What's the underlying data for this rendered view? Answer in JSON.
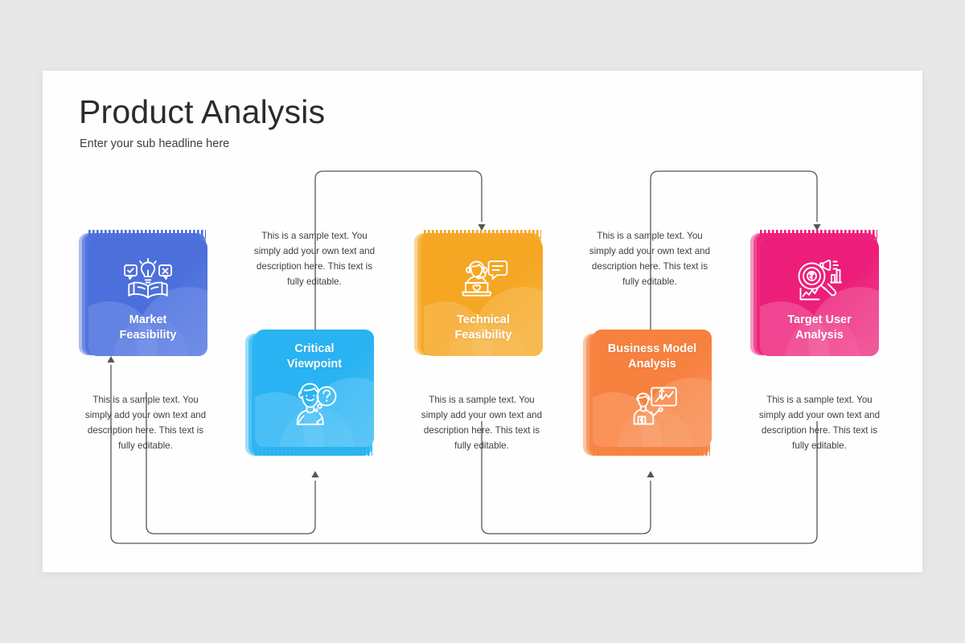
{
  "slide": {
    "title": "Product Analysis",
    "subtitle": "Enter your sub headline here",
    "background": "#e8e8e9",
    "panel_color": "#fefefe",
    "connector_color": "#565656"
  },
  "body_text": "This is a sample text. You simply add your own text and description here. This text is fully editable.",
  "cards": [
    {
      "label": "Market\nFeasibility",
      "label_line1": "Market",
      "label_line2": "Feasibility",
      "icon": "book-lightbulb-icon",
      "color": "#4c6fdc",
      "color_light": "#7d99ea",
      "orientation": "up"
    },
    {
      "label": "Critical\nViewpoint",
      "label_line1": "Critical",
      "label_line2": "Viewpoint",
      "icon": "person-question-icon",
      "color": "#29b3f2",
      "color_light": "#6fcdf8",
      "orientation": "down"
    },
    {
      "label": "Technical\nFeasibility",
      "label_line1": "Technical",
      "label_line2": "Feasibility",
      "icon": "support-agent-laptop-icon",
      "color": "#f5a623",
      "color_light": "#f9c469",
      "orientation": "up"
    },
    {
      "label": "Business Model\nAnalysis",
      "label_line1": "Business Model",
      "label_line2": "Analysis",
      "icon": "presenter-chart-icon",
      "color": "#f7813f",
      "color_light": "#faa87a",
      "orientation": "down"
    },
    {
      "label": "Target User\nAnalysis",
      "label_line1": "Target User",
      "label_line2": "Analysis",
      "icon": "magnifier-target-icon",
      "color": "#ec1e79",
      "color_light": "#f471a9",
      "orientation": "up"
    }
  ],
  "descriptions": [
    {
      "text": "This is a sample text. You simply add your own text and description here. This text is fully editable."
    },
    {
      "text": "This is a sample text. You simply add your own text and description here. This text is fully editable."
    },
    {
      "text": "This is a sample text. You simply add your own text and description here. This text is fully editable."
    },
    {
      "text": "This is a sample text. You simply add your own text and description here. This text is fully editable."
    },
    {
      "text": "This is a sample text. You simply add your own text and description here. This text is fully editable."
    }
  ]
}
